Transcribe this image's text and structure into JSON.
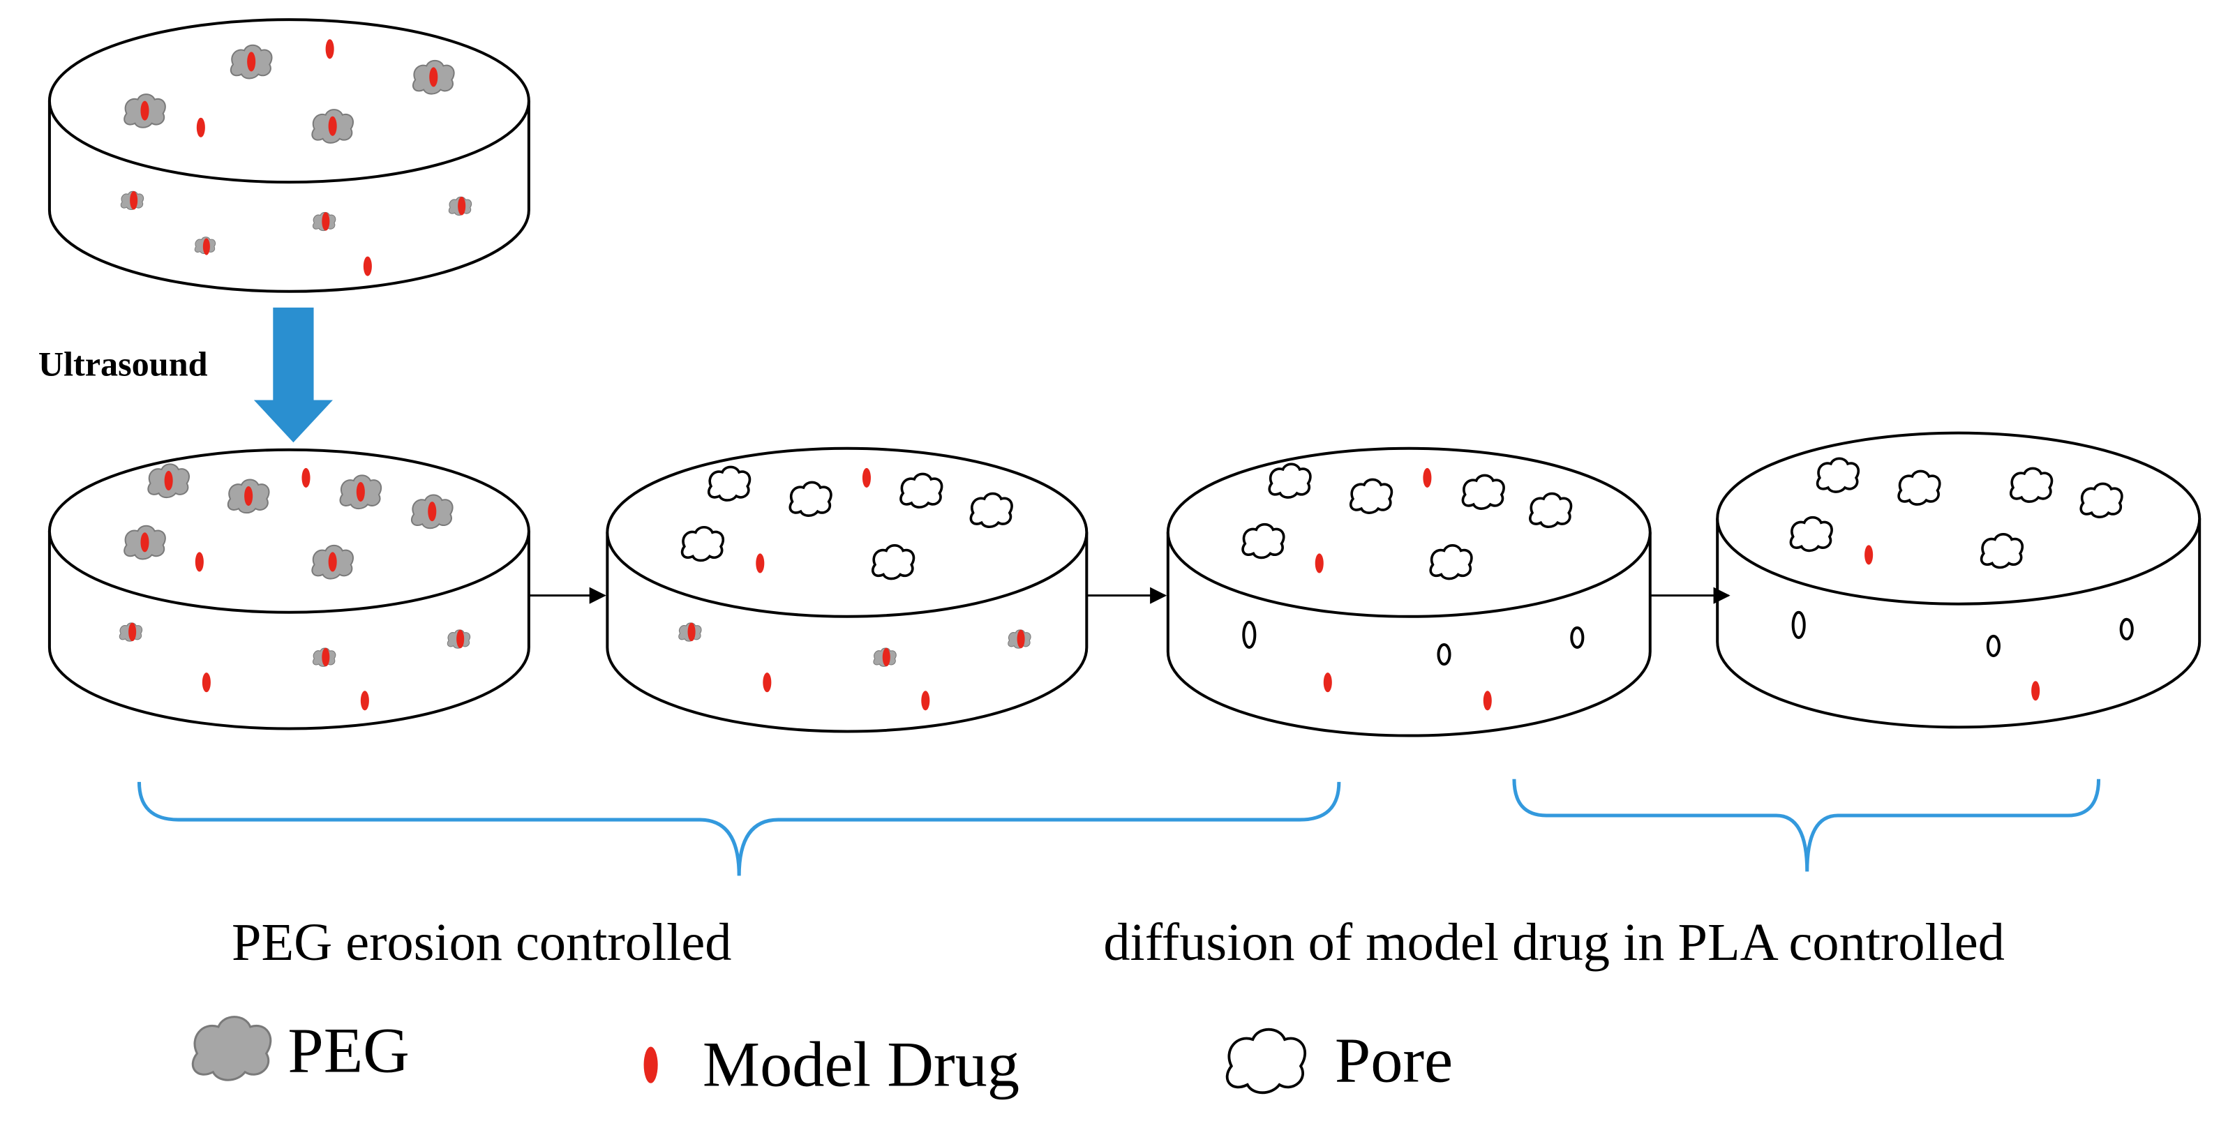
{
  "labels": {
    "ultrasound": "Ultrasound",
    "phase_peg": "PEG erosion controlled",
    "phase_diffusion": "diffusion of model drug in PLA controlled"
  },
  "legend": {
    "peg": "PEG",
    "drug": "Model Drug",
    "pore": "Pore"
  },
  "colors": {
    "peg_fill": "#a6a6a6",
    "peg_stroke": "#7a7a7a",
    "drug_fill": "#e8261c",
    "arrow_fill": "#2a8fd0",
    "brace_stroke": "#3399dd",
    "outline": "#000000"
  },
  "icons": {
    "peg": "peg-cloud-icon",
    "drug": "drug-ellipse-icon",
    "pore": "pore-cloud-icon"
  }
}
